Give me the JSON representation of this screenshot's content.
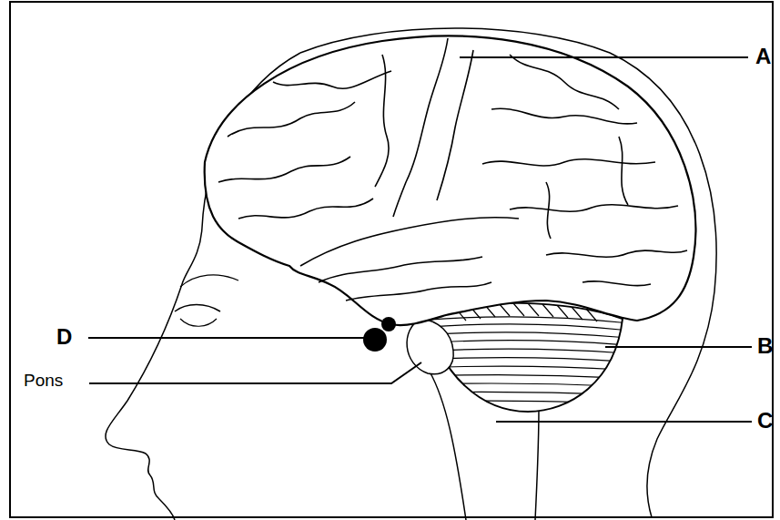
{
  "diagram": {
    "labels": [
      "A",
      "D",
      "B",
      "Pons",
      "C"
    ]
  }
}
